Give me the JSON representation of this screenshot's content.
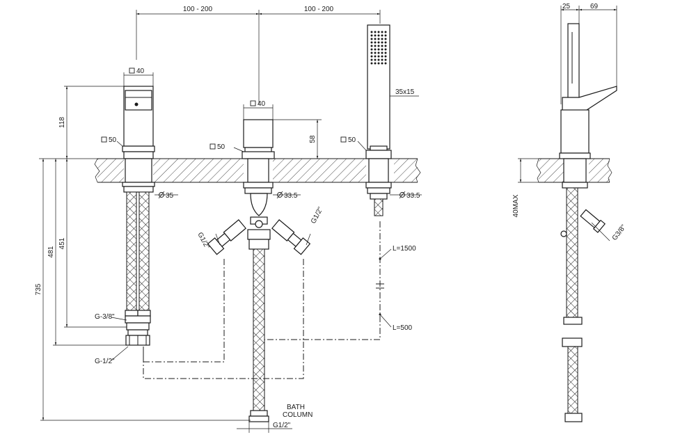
{
  "dimensions": {
    "spacing_left": "100 - 200",
    "spacing_right": "100 - 200",
    "mixer_square": "40",
    "diverter_square": "40",
    "mixer_flange": "50",
    "diverter_flange": "50",
    "shower_flange": "50",
    "mixer_height": "118",
    "diverter_height": "58",
    "handshower_section": "35x15",
    "mixer_hole": "35",
    "diverter_hole": "33.5",
    "shower_hole": "33.5",
    "length_481": "481",
    "length_451": "451",
    "length_735": "735",
    "thread_g38_left": "G-3/8\"",
    "thread_g12_left": "G-1/2\"",
    "thread_g12_a": "G1/2\"",
    "thread_g12_b": "G1/2\"",
    "thread_g12_bottom": "G1/2\"",
    "hose_length_1500": "L=1500",
    "hose_length_500": "L=500",
    "side_25": "25",
    "side_69": "69",
    "side_40max": "40MAX",
    "side_thread": "G3/8\""
  },
  "labels": {
    "bath_column_line1": "BATH",
    "bath_column_line2": "COLUMN"
  },
  "symbols": {
    "square_symbol": "square-icon",
    "diameter_symbol": "diameter-icon"
  },
  "colors": {
    "line": "#1a1a1a",
    "background": "#ffffff"
  }
}
